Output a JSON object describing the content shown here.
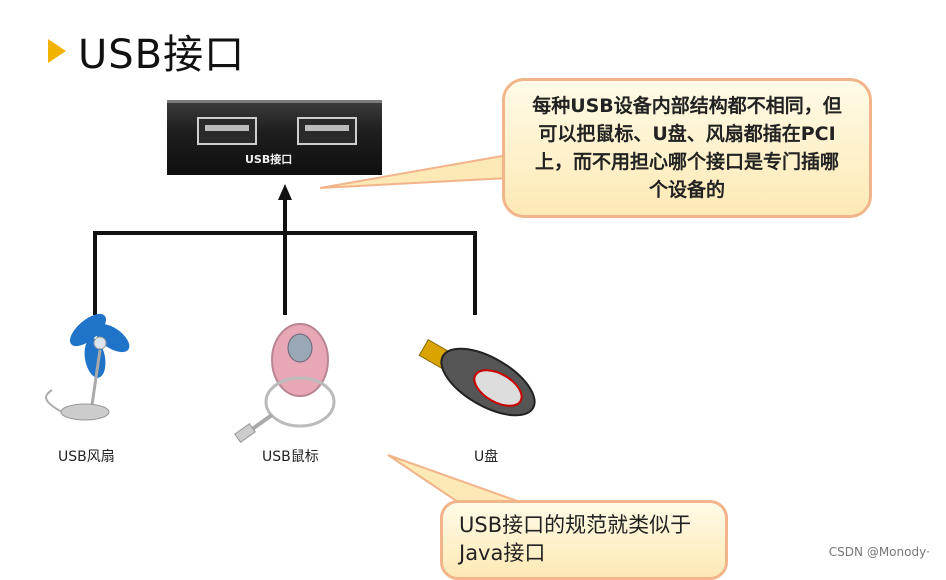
{
  "title": "USB接口",
  "port_label": "USB接口",
  "callout_top": "每种USB设备内部结构都不相同，但可以把鼠标、U盘、风扇都插在PCI上，而不用担心哪个接口是专门插哪个设备的",
  "callout_bottom": "USB接口的规范就类似于Java接口",
  "devices": [
    {
      "label": "USB风扇"
    },
    {
      "label": "USB鼠标"
    },
    {
      "label": "U盘"
    }
  ],
  "watermark": "CSDN @Monody·",
  "colors": {
    "accent": "#f2b300",
    "callout_border": "#f2b48a",
    "callout_fill": "#fde9b5",
    "fan_blue": "#1f73c8",
    "mouse_pink": "#e8a7b7"
  }
}
